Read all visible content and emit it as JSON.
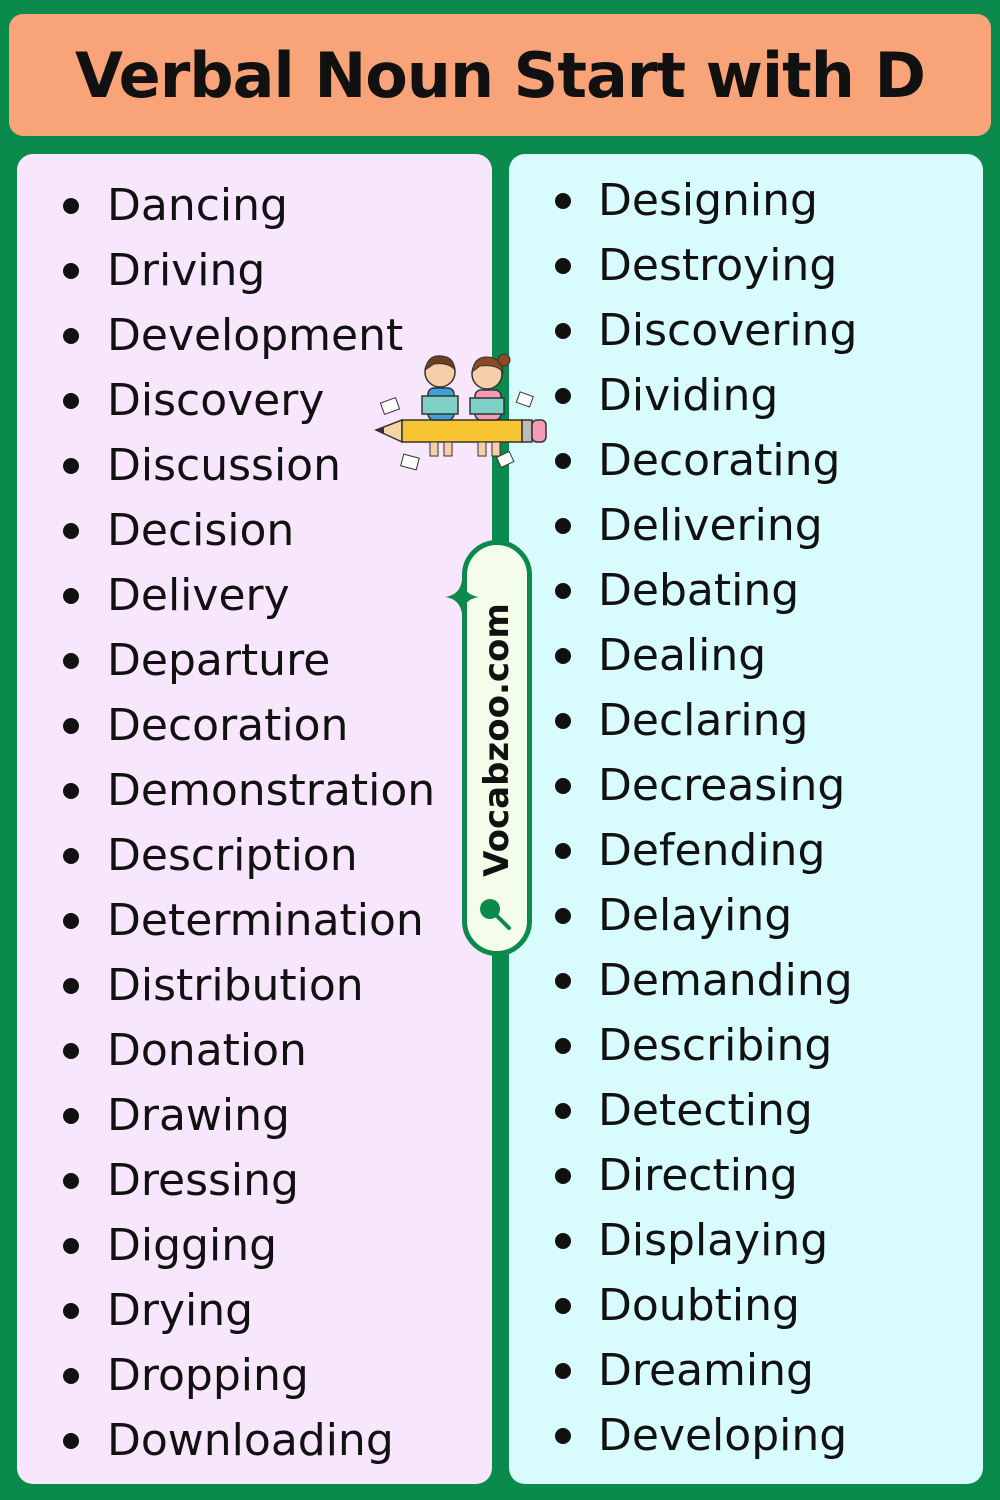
{
  "title": "Verbal Noun Start with D",
  "left_words": [
    "Dancing",
    "Driving",
    "Development",
    "Discovery",
    "Discussion",
    "Decision",
    "Delivery",
    "Departure",
    "Decoration",
    "Demonstration",
    "Description",
    "Determination",
    "Distribution",
    "Donation",
    "Drawing",
    "Dressing",
    "Digging",
    "Drying",
    "Dropping",
    "Downloading"
  ],
  "right_words": [
    "Designing",
    "Destroying",
    "Discovering",
    "Dividing",
    "Decorating",
    "Delivering",
    "Debating",
    "Dealing",
    "Declaring",
    "Decreasing",
    "Defending",
    "Delaying",
    "Demanding",
    "Describing",
    "Detecting",
    "Directing",
    "Displaying",
    "Doubting",
    "Dreaming",
    "Developing"
  ],
  "watermark": "Vocabzoo.com",
  "colors": {
    "background": "#0b8a4e",
    "title_bar": "#f8a478",
    "left_panel": "#f8e6fd",
    "right_panel": "#d8fbfd",
    "badge": "#f4fdea"
  },
  "icons": [
    "sparkle-icon",
    "search-icon",
    "kids-reading-on-pencil-illustration"
  ]
}
